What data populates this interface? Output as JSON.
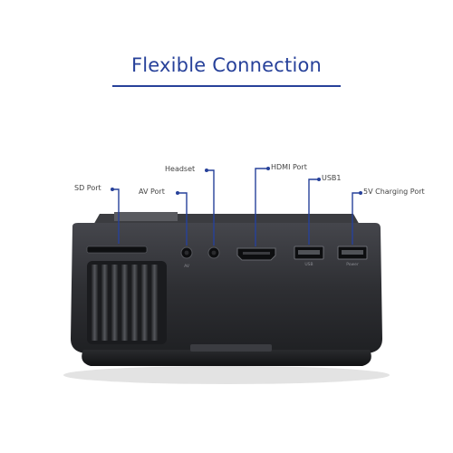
{
  "heading": {
    "title": "Flexible Connection"
  },
  "callouts": {
    "sd_port": "SD Port",
    "av_port": "AV Port",
    "headset": "Headset",
    "hdmi_port": "HDMI Port",
    "usb1": "USB1",
    "charging_port": "5V Charging Port"
  },
  "device_labels": {
    "av": "AV",
    "usb": "USB",
    "power": "Power"
  },
  "colors": {
    "accent": "#27419a",
    "body": "#2b2c30",
    "text": "#444444"
  }
}
